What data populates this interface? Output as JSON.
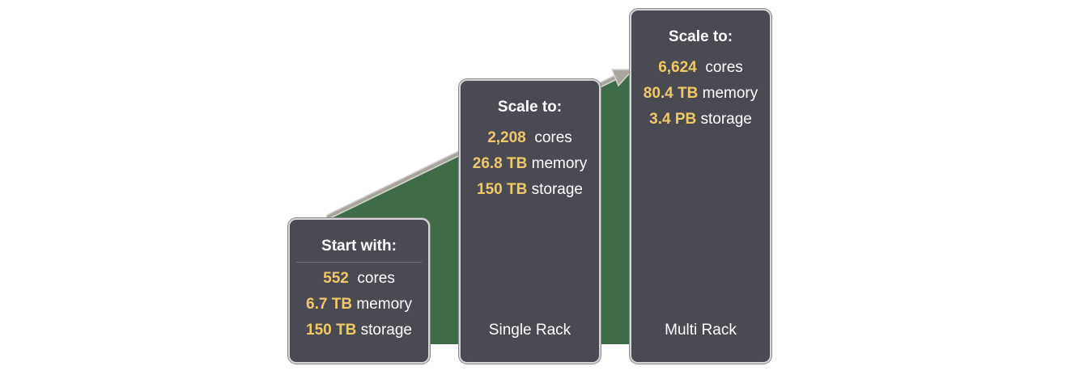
{
  "colors": {
    "card_fill": "#4a4b52",
    "card_border": "#d4d4d6",
    "value_accent": "#f0c86a",
    "growth_area": "#3e6b48",
    "arrow": "#a8a49e"
  },
  "diagram": {
    "arrow_icon": "growth-arrow-icon",
    "cards": [
      {
        "heading": "Start with:",
        "specs": [
          {
            "value": "552",
            "unit": "cores"
          },
          {
            "value": "6.7 TB",
            "unit": "memory"
          },
          {
            "value": "150 TB",
            "unit": "storage"
          }
        ],
        "footer": ""
      },
      {
        "heading": "Scale to:",
        "specs": [
          {
            "value": "2,208",
            "unit": "cores"
          },
          {
            "value": "26.8 TB",
            "unit": "memory"
          },
          {
            "value": "150 TB",
            "unit": "storage"
          }
        ],
        "footer": "Single Rack"
      },
      {
        "heading": "Scale to:",
        "specs": [
          {
            "value": "6,624",
            "unit": "cores"
          },
          {
            "value": "80.4 TB",
            "unit": "memory"
          },
          {
            "value": "3.4 PB",
            "unit": "storage"
          }
        ],
        "footer": "Multi Rack"
      }
    ]
  }
}
